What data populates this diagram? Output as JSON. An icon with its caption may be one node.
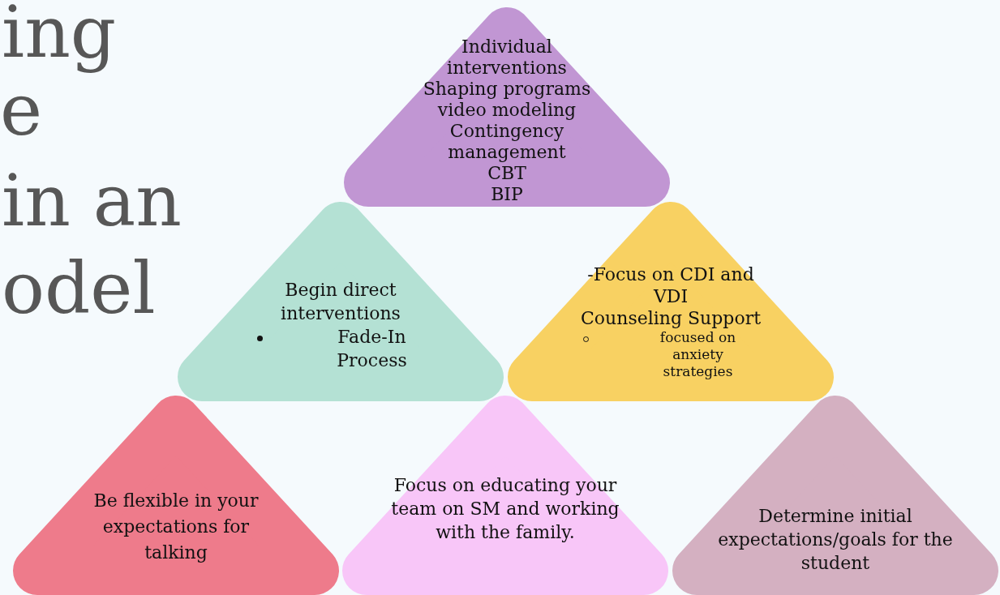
{
  "diagram": {
    "nodes": [
      {
        "text": [
          "Individual interventions",
          "Shaping programs",
          "video modeling",
          "Contingency management",
          "CBT",
          "BIP"
        ]
      },
      {
        "text": [
          "Begin direct interventions",
          "Fade-In Process"
        ]
      },
      {
        "text": [
          "-Focus on CDI and VDI",
          "Counseling Support",
          "focused on anxiety strategies"
        ]
      },
      {
        "text": [
          "Be flexible in your expectations for talking"
        ]
      },
      {
        "text": [
          "Focus on educating your team on SM and working with the family."
        ]
      },
      {
        "text": [
          "Determine initial expectations/goals for the student"
        ]
      }
    ],
    "labels": [
      "ing",
      "e",
      "in an",
      "odel"
    ]
  }
}
